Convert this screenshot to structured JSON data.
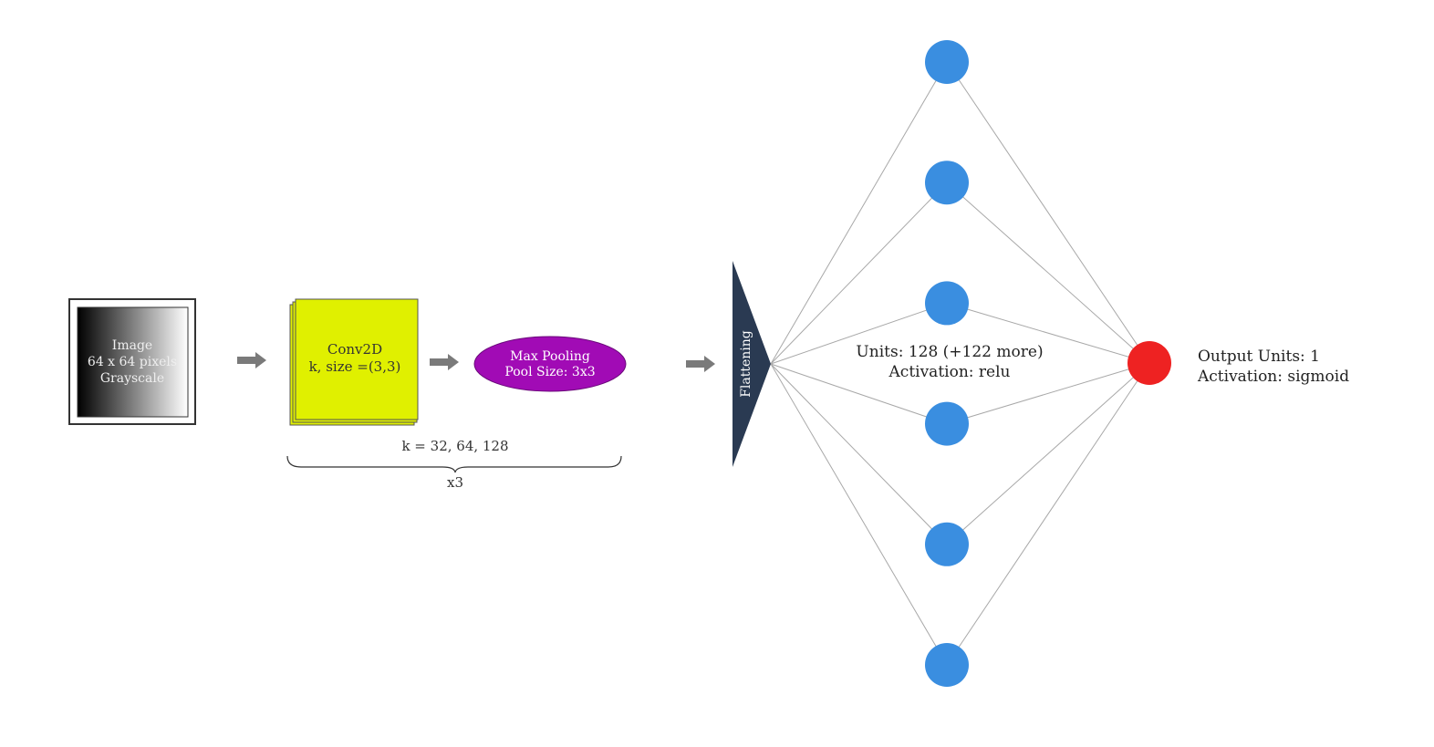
{
  "image_block": {
    "line1": "Image",
    "line2": "64 x 64 pixels",
    "line3": "Grayscale"
  },
  "conv_block": {
    "line1": "Conv2D",
    "line2": "k, size =(3,3)",
    "color": "#e0f000"
  },
  "pool_block": {
    "line1": "Max Pooling",
    "line2": "Pool Size: 3x3",
    "color": "#a10bb5"
  },
  "repeat_group": {
    "k_label": "k = 32, 64, 128",
    "repeat_label": "x3"
  },
  "flatten": {
    "label": "Flattening",
    "color": "#2a3a52"
  },
  "hidden_layer": {
    "line1": "Units: 128 (+122 more)",
    "line2": "Activation: relu",
    "node_color": "#3a8ee0",
    "visible_nodes": 6
  },
  "output_layer": {
    "line1": "Output Units: 1",
    "line2": "Activation: sigmoid",
    "node_color": "#ee2222"
  },
  "arrow_color": "#7a7a7a"
}
